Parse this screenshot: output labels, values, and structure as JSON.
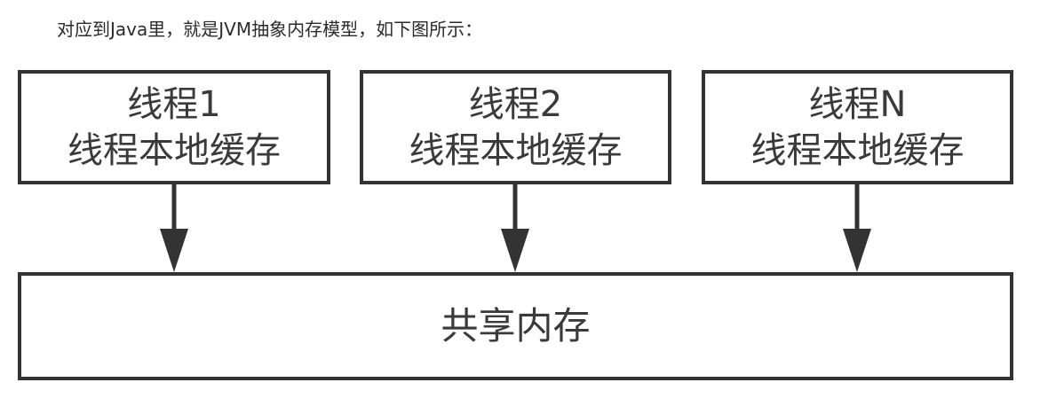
{
  "intro_text": "对应到Java里，就是JVM抽象内存模型，如下图所示：",
  "diagram": {
    "threads": [
      {
        "name": "线程1",
        "cache": "线程本地缓存"
      },
      {
        "name": "线程2",
        "cache": "线程本地缓存"
      },
      {
        "name": "线程N",
        "cache": "线程本地缓存"
      }
    ],
    "shared_memory": "共享内存",
    "colors": {
      "stroke": "#333333",
      "text": "#3a3a3a",
      "background": "#ffffff"
    }
  }
}
